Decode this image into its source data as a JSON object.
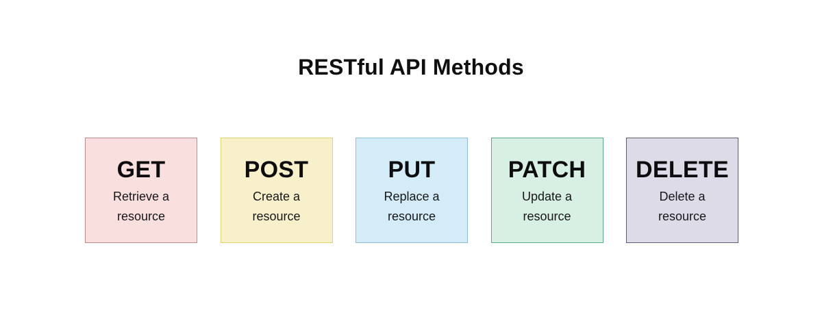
{
  "page": {
    "title": "RESTful API Methods",
    "background_color": "#ffffff"
  },
  "cards": [
    {
      "method": "GET",
      "description_line1": "Retrieve a",
      "description_line2": "resource",
      "fill_color": "#fadfdf",
      "border_color": "#c08a8a"
    },
    {
      "method": "POST",
      "description_line1": "Create a",
      "description_line2": "resource",
      "fill_color": "#f8f0cb",
      "border_color": "#e3d36b"
    },
    {
      "method": "PUT",
      "description_line1": "Replace a",
      "description_line2": "resource",
      "fill_color": "#d3ecf7",
      "border_color": "#8dc2d6"
    },
    {
      "method": "PATCH",
      "description_line1": "Update a",
      "description_line2": "resource",
      "fill_color": "#d8f0e3",
      "border_color": "#5aa98a"
    },
    {
      "method": "DELETE",
      "description_line1": "Delete a",
      "description_line2": "resource",
      "fill_color": "#dedbe9",
      "border_color": "#5f5a7d"
    }
  ]
}
